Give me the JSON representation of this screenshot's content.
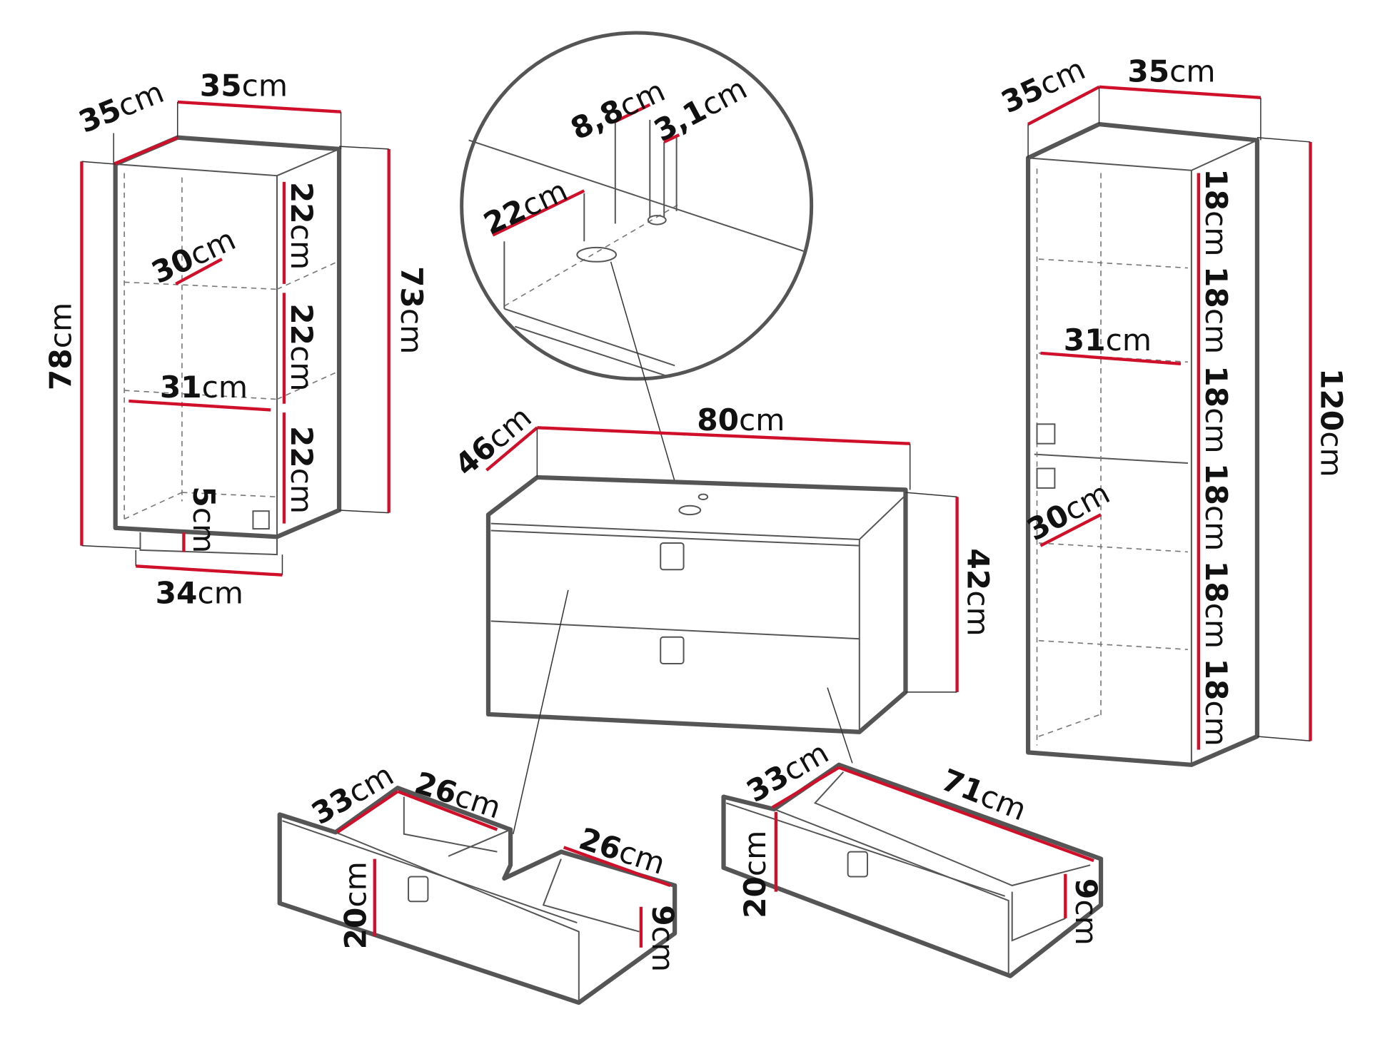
{
  "wall_cabinet": {
    "depth": "35",
    "width": "35",
    "height_total": "78",
    "height_body": "73",
    "shelf_gaps": [
      "22",
      "22",
      "22"
    ],
    "shelf_depth": "30",
    "shelf_width": "31",
    "handle_gap": "5",
    "handle_width": "34",
    "unit": "cm"
  },
  "detail_circle": {
    "hole_distance": "22",
    "hole_large": "8,8",
    "hole_small": "3,1",
    "unit": "cm"
  },
  "vanity": {
    "depth": "46",
    "width": "80",
    "height": "42",
    "unit": "cm"
  },
  "tall_cabinet": {
    "depth": "35",
    "width": "35",
    "height": "120",
    "shelf_gaps": [
      "18",
      "18",
      "18",
      "18",
      "18",
      "18"
    ],
    "shelf_width": "31",
    "shelf_depth": "30",
    "unit": "cm"
  },
  "drawer_top": {
    "depth": "33",
    "width_left": "26",
    "width_right": "26",
    "front_height": "20",
    "side_height": "9",
    "unit": "cm"
  },
  "drawer_bottom": {
    "depth": "33",
    "width": "71",
    "front_height": "20",
    "side_height": "9",
    "unit": "cm"
  },
  "colors": {
    "dimension": "#d0102a",
    "outline": "#555555"
  }
}
